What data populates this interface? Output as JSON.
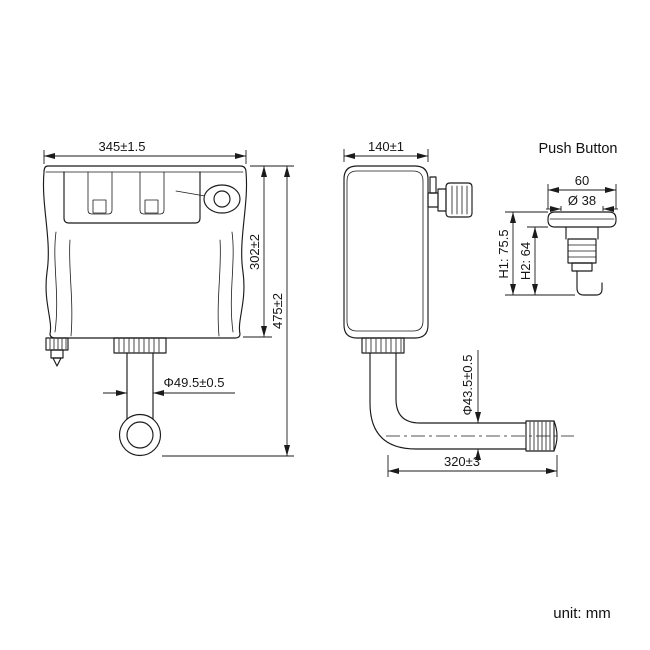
{
  "colors": {
    "line": "#1b1b1b",
    "background": "#ffffff"
  },
  "unit_label": "unit: mm",
  "front_view": {
    "width_dim": "345±1.5",
    "tank_height_dim": "302±2",
    "total_height_dim": "475±2",
    "outlet_dia_dim": "Φ49.5±0.5"
  },
  "side_view": {
    "depth_dim": "140±1",
    "outlet_dia_dim": "Φ43.5±0.5",
    "outlet_length_dim": "320±3"
  },
  "push_button": {
    "title": "Push Button",
    "width_dim": "60",
    "button_dia_dim": "Ø 38",
    "h1_dim": "H1: 75.5",
    "h2_dim": "H2: 64"
  }
}
